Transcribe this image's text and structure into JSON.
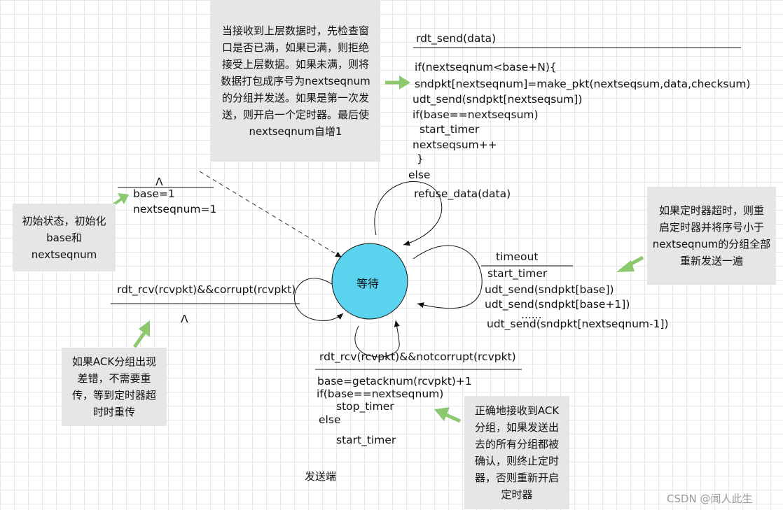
{
  "state": {
    "label": "等待"
  },
  "init": {
    "event": "Λ",
    "actions": [
      "base=1",
      "nextseqnum=1"
    ]
  },
  "rdt_send": {
    "event": "rdt_send(data)",
    "actions": [
      "if(nextseqnum<base+N){",
      "sndpkt[nextseqnum]=make_pkt(nextseqsum,data,checksum)",
      "udt_send(sndpkt[nextseqsum])",
      "if(base==nextseqsum)",
      "start_timer",
      "nextseqsum++",
      "}",
      "else",
      "refuse_data(data)"
    ]
  },
  "timeout": {
    "event": "timeout",
    "actions": [
      "start_timer",
      "udt_send(sndpkt[base])",
      "udt_send(sndpkt[base+1])",
      "......",
      "udt_send(sndpkt[nextseqnum-1])"
    ]
  },
  "corrupt": {
    "event": "rdt_rcv(rcvpkt)&&corrupt(rcvpkt)",
    "action": "Λ"
  },
  "notcorrupt": {
    "event": "rdt_rcv(rcvpkt)&&notcorrupt(rcvpkt)",
    "actions": [
      "base=getacknum(rcvpkt)+1",
      "if(base==nextseqnum)",
      "stop_timer",
      "else",
      "start_timer"
    ]
  },
  "notes": {
    "send": "当接收到上层数据时，先检查窗\n口是否已满，如果已满，则拒绝\n接受上层数据。如果未满，则将\n数据打包成序号为nextseqnum\n的分组并发送。如果是第一次发\n送，则开启一个定时器。最后使\nnextseqnum自增1",
    "init": "初始状态，初始化\nbase和\nnextseqnum",
    "timeout": "如果定时器超时，则重\n启定时器并将序号小于\nnextseqnum的分组全部\n重新发送一遍",
    "corrupt": "如果ACK分组出现\n差错，不需要重\n传，等到定时器超\n时时重传",
    "ack": "正确地接收到ACK\n分组，如果发送出\n去的所有分组都被\n确认，则终止定时\n器，否则重新开启\n定时器"
  },
  "caption": "发送端",
  "watermark": "CSDN @闻人此生",
  "colors": {
    "state_fill": "#5bd3ef",
    "note_bg": "#e6e6e6",
    "arrow_green": "#8cc86e"
  }
}
